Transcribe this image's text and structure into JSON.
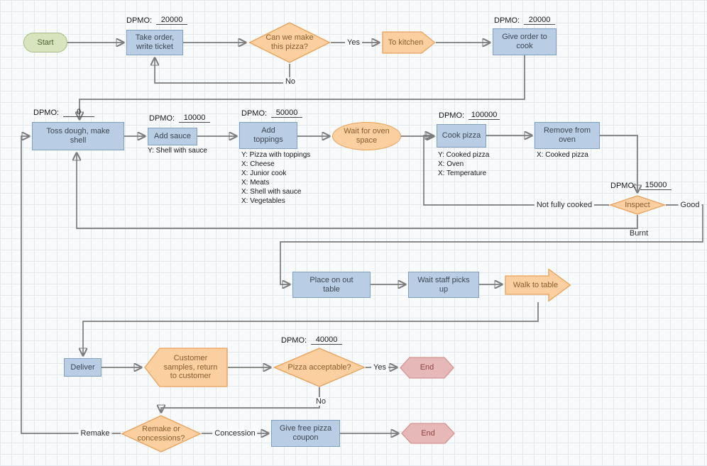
{
  "labels": {
    "dpmo_prefix": "DPMO:"
  },
  "palette": {
    "page-bg": "#f8fafc",
    "grid-line": "#e2e9ef",
    "process-fill": "#b9cde4",
    "process-stroke": "#7f9fc2",
    "process-text": "#3d4652",
    "start-fill": "#d8e4bd",
    "start-stroke": "#a3bd7c",
    "start-text": "#47602c",
    "alt-fill": "#fbcfa0",
    "alt-stroke": "#e8a159",
    "alt-text-c": "#8a5d2a",
    "end-fill": "#e6b9b8",
    "end-stroke": "#d49391",
    "end-text-c": "#8e4340",
    "connector": "#7b7b7b"
  },
  "nodes": {
    "start": {
      "label": "Start"
    },
    "take_order": {
      "label": "Take order, write ticket",
      "dpmo": "20000"
    },
    "can_make_pizza": {
      "label": "Can we make this pizza?"
    },
    "to_kitchen": {
      "label": "To kitchen"
    },
    "give_order": {
      "label": "Give order to cook",
      "dpmo": "20000"
    },
    "toss_dough": {
      "label": "Toss dough, make shell",
      "dpmo": "0"
    },
    "add_sauce": {
      "label": "Add sauce",
      "dpmo": "10000",
      "notes": [
        "Y: Shell with sauce"
      ]
    },
    "add_toppings": {
      "label": "Add toppings",
      "dpmo": "50000",
      "notes": [
        "Y: Pizza with toppings",
        "X: Cheese",
        "X: Junior cook",
        "X: Meats",
        "X: Shell with sauce",
        "X: Vegetables"
      ]
    },
    "wait_oven": {
      "label": "Wait for oven space"
    },
    "cook_pizza": {
      "label": "Cook pizza",
      "dpmo": "100000",
      "notes": [
        "Y: Cooked pizza",
        "X: Oven",
        "X: Temperature"
      ]
    },
    "remove_oven": {
      "label": "Remove from oven",
      "notes": [
        "X: Cooked pizza"
      ]
    },
    "inspect": {
      "label": "Inspect",
      "dpmo": "15000"
    },
    "place_out_table": {
      "label": "Place on out table"
    },
    "wait_staff": {
      "label": "Wait staff picks up"
    },
    "walk_to_table": {
      "label": "Walk to table"
    },
    "deliver": {
      "label": "Deliver"
    },
    "customer_samples": {
      "label": "Customer samples, return to customer"
    },
    "pizza_acceptable": {
      "label": "Pizza acceptable?",
      "dpmo": "40000"
    },
    "end_top": {
      "label": "End"
    },
    "remake_or_concessions": {
      "label": "Remake or concessions?"
    },
    "free_coupon": {
      "label": "Give free pizza coupon"
    },
    "end_bottom": {
      "label": "End"
    }
  },
  "edges": {
    "yes_top": "Yes",
    "no_top": "No",
    "not_fully_cooked": "Not fully cooked",
    "good": "Good",
    "burnt": "Burnt",
    "yes_bottom": "Yes",
    "no_bottom": "No",
    "remake": "Remake",
    "concession": "Concession"
  }
}
